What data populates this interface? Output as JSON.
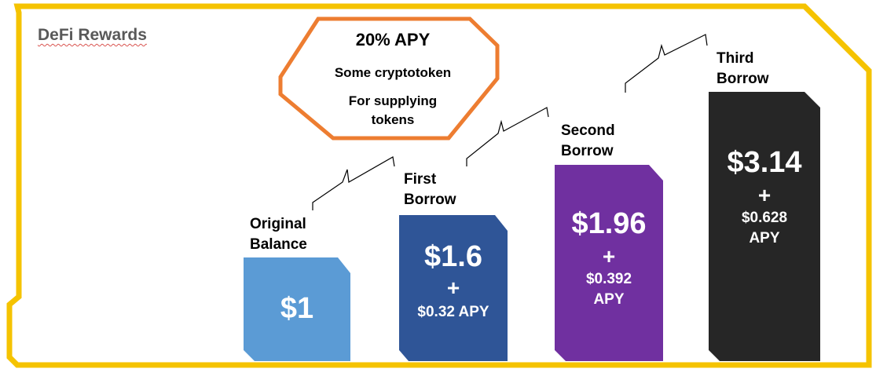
{
  "title": "DeFi Rewards",
  "colors": {
    "frame": "#f5c300",
    "callout_border": "#ed7d31",
    "original": "#5b9bd5",
    "first": "#2f5597",
    "second": "#7030a0",
    "third": "#262626"
  },
  "callout": {
    "rate": "20% APY",
    "line1": "Some cryptotoken",
    "line2a": "For supplying",
    "line2b": "tokens"
  },
  "steps": [
    {
      "label_line1": "Original",
      "label_line2": "Balance",
      "amount": "$1"
    },
    {
      "label_line1": "First",
      "label_line2": "Borrow",
      "amount": "$1.6",
      "plus": "+",
      "reward": "$0.32 APY"
    },
    {
      "label_line1": "Second",
      "label_line2": "Borrow",
      "amount": "$1.96",
      "plus": "+",
      "reward_line1": "$0.392",
      "reward_line2": "APY"
    },
    {
      "label_line1": "Third",
      "label_line2": "Borrow",
      "amount": "$3.14",
      "plus": "+",
      "reward_line1": "$0.628",
      "reward_line2": "APY"
    }
  ]
}
